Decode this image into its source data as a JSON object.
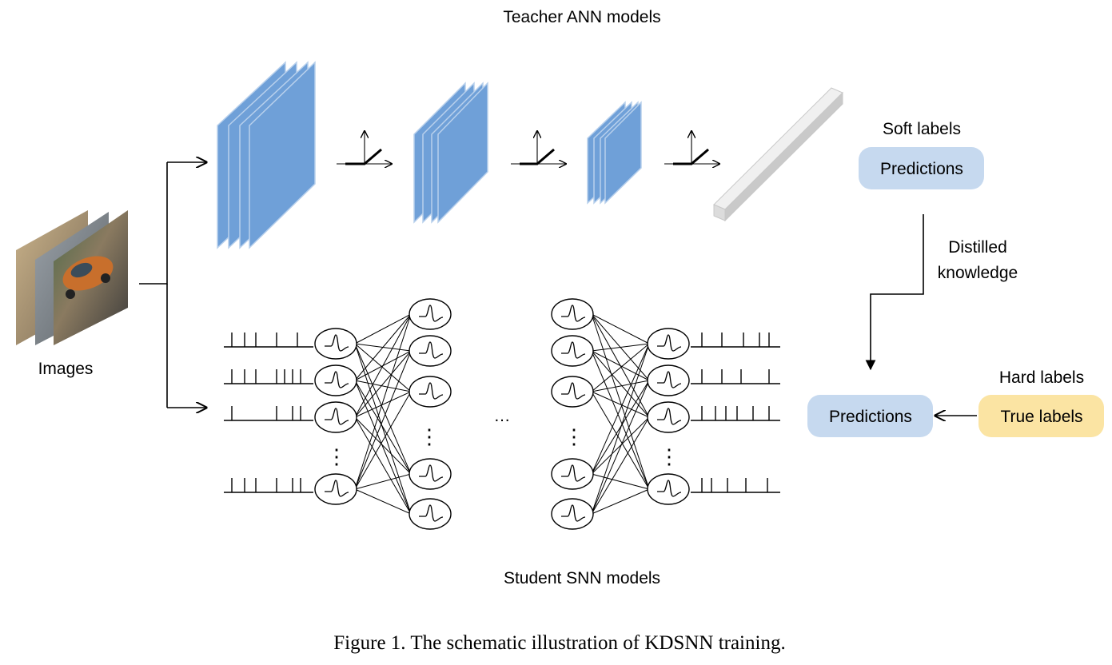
{
  "title": "Teacher ANN models",
  "bottom_title": "Student SNN models",
  "images_label": "Images",
  "soft_labels": "Soft labels",
  "teacher_predictions": "Predictions",
  "distilled_line1": "Distilled",
  "distilled_line2": "knowledge",
  "hard_labels": "Hard labels",
  "student_predictions": "Predictions",
  "true_labels": "True labels",
  "ellipsis": "…",
  "caption": "Figure 1. The schematic illustration of KDSNN training.",
  "colors": {
    "feature_map": "#6fa0d8",
    "feature_map_light": "#b8d0ec",
    "pred_box": "#c6d9ef",
    "true_box": "#fbe4a3",
    "fc_bar": "#dcdcdc"
  }
}
